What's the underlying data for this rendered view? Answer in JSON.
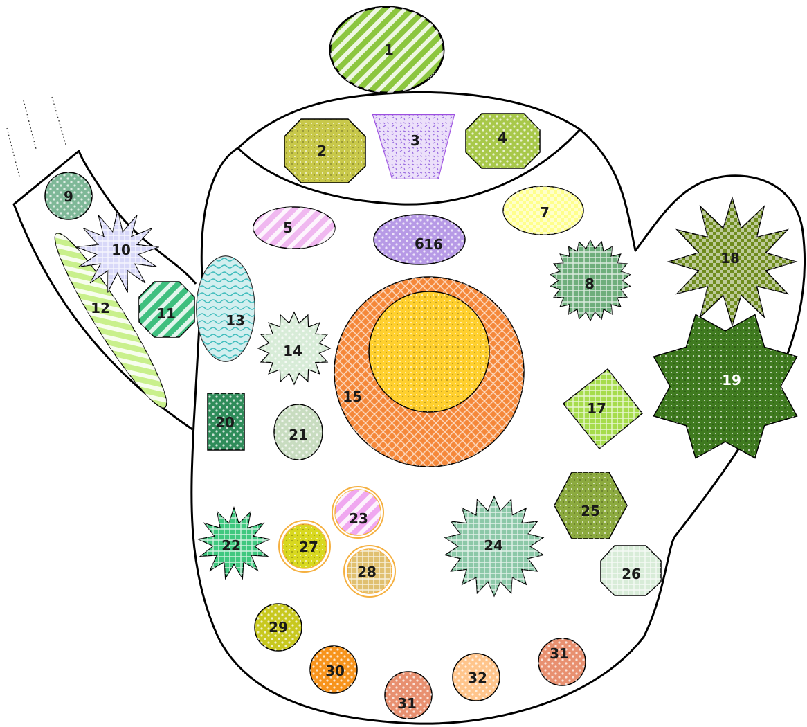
{
  "diagram": {
    "plants": [
      {
        "key": "p1",
        "label": "1",
        "fill": "#8cc63f",
        "pattern": "diagonal-stripes"
      },
      {
        "key": "p2",
        "label": "2",
        "fill": "#c8c84a",
        "pattern": "speckle"
      },
      {
        "key": "p3",
        "label": "3",
        "fill": "#c9a7f0",
        "pattern": "confetti"
      },
      {
        "key": "p4",
        "label": "4",
        "fill": "#a8c84a",
        "pattern": "dots"
      },
      {
        "key": "p5",
        "label": "5",
        "fill": "#f0b8f0",
        "pattern": "diagonal-stripes"
      },
      {
        "key": "p6",
        "label": "6",
        "fill": "#b79ae6",
        "pattern": "dots"
      },
      {
        "key": "p7",
        "label": "7",
        "fill": "#ffff8c",
        "pattern": "checker"
      },
      {
        "key": "p8",
        "label": "8",
        "fill": "#6fae7c",
        "pattern": "grid"
      },
      {
        "key": "p9",
        "label": "9",
        "fill": "#7fb898",
        "pattern": "dots"
      },
      {
        "key": "p10",
        "label": "10",
        "fill": "#d8d8f8",
        "pattern": "grid"
      },
      {
        "key": "p11",
        "label": "11",
        "fill": "#3fbf7f",
        "pattern": "diagonal-stripes"
      },
      {
        "key": "p12",
        "label": "12",
        "fill": "#c9f08c",
        "pattern": "diagonal-stripes"
      },
      {
        "key": "p13",
        "label": "13",
        "fill": "#8ed6d6",
        "pattern": "waves"
      },
      {
        "key": "p14",
        "label": "14",
        "fill": "#d8ecd8",
        "pattern": "dots"
      },
      {
        "key": "p15",
        "label": "15",
        "fill": "#f5883a",
        "pattern": "crosshatch"
      },
      {
        "key": "p16",
        "label": "16",
        "fill": "#ffd02e",
        "pattern": "speckle"
      },
      {
        "key": "p17",
        "label": "17",
        "fill": "#a6dc4c",
        "pattern": "grid"
      },
      {
        "key": "p18",
        "label": "18",
        "fill": "#6f8c1f",
        "pattern": "checker"
      },
      {
        "key": "p19",
        "label": "19",
        "fill": "#3f7a1f",
        "pattern": "speckle"
      },
      {
        "key": "p20",
        "label": "20",
        "fill": "#2f8c5a",
        "pattern": "dots"
      },
      {
        "key": "p21",
        "label": "21",
        "fill": "#c8dcc0",
        "pattern": "dots"
      },
      {
        "key": "p22",
        "label": "22",
        "fill": "#3fc87f",
        "pattern": "grid"
      },
      {
        "key": "p23",
        "label": "23",
        "fill": "#f0a8f0",
        "pattern": "diagonal-stripes"
      },
      {
        "key": "p24",
        "label": "24",
        "fill": "#8cc8a8",
        "pattern": "grid"
      },
      {
        "key": "p25",
        "label": "25",
        "fill": "#8caa3f",
        "pattern": "speckle"
      },
      {
        "key": "p26",
        "label": "26",
        "fill": "#d8ecd8",
        "pattern": "grid"
      },
      {
        "key": "p27",
        "label": "27",
        "fill": "#d8d81f",
        "pattern": "speckle"
      },
      {
        "key": "p28",
        "label": "28",
        "fill": "#e0c070",
        "pattern": "grid"
      },
      {
        "key": "p29",
        "label": "29",
        "fill": "#c8c81f",
        "pattern": "dots"
      },
      {
        "key": "p30",
        "label": "30",
        "fill": "#f7941d",
        "pattern": "dots"
      },
      {
        "key": "p31a",
        "label": "31",
        "fill": "#e89070",
        "pattern": "dots"
      },
      {
        "key": "p32",
        "label": "32",
        "fill": "#ffc58c",
        "pattern": "dots"
      },
      {
        "key": "p31b",
        "label": "31",
        "fill": "#e89070",
        "pattern": "dots"
      }
    ]
  }
}
